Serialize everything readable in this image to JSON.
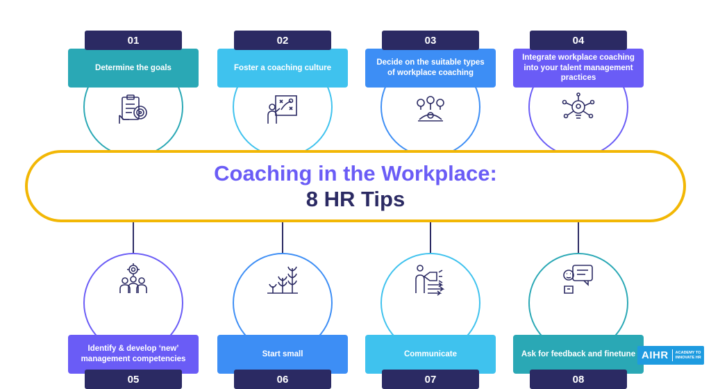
{
  "title": {
    "line1": "Coaching in the Workplace:",
    "line2": "8 HR Tips"
  },
  "tips_top": [
    {
      "number": "01",
      "label": "Determine the goals",
      "color": "#2aa8b5",
      "icon": "clipboard-target-icon"
    },
    {
      "number": "02",
      "label": "Foster a coaching culture",
      "color": "#3fc2ee",
      "icon": "coach-strategy-board-icon"
    },
    {
      "number": "03",
      "label": "Decide on the suitable types of workplace coaching",
      "color": "#3d8ef5",
      "icon": "lightbulbs-choice-icon"
    },
    {
      "number": "04",
      "label": "Integrate workplace coaching into your talent management practices",
      "color": "#6a5cf6",
      "icon": "talent-network-bulb-icon"
    }
  ],
  "tips_bottom": [
    {
      "number": "05",
      "label": "Identify & develop ‘new’ management competencies",
      "color": "#6a5cf6",
      "icon": "team-gear-icon"
    },
    {
      "number": "06",
      "label": "Start small",
      "color": "#3d8ef5",
      "icon": "growing-plants-icon"
    },
    {
      "number": "07",
      "label": "Communicate",
      "color": "#3fc2ee",
      "icon": "megaphone-arrows-icon"
    },
    {
      "number": "08",
      "label": "Ask for feedback and finetune",
      "color": "#2aa8b5",
      "icon": "feedback-chat-icon"
    }
  ],
  "logo": {
    "main": "AIHR",
    "sub_line1": "ACADEMY TO",
    "sub_line2": "INNOVATE HR",
    "color": "#1e9be0"
  },
  "colors": {
    "pill_border": "#f2b705",
    "title_accent": "#6a5cf6",
    "title_dark": "#2b2a63",
    "number_tab": "#2b2a63"
  }
}
